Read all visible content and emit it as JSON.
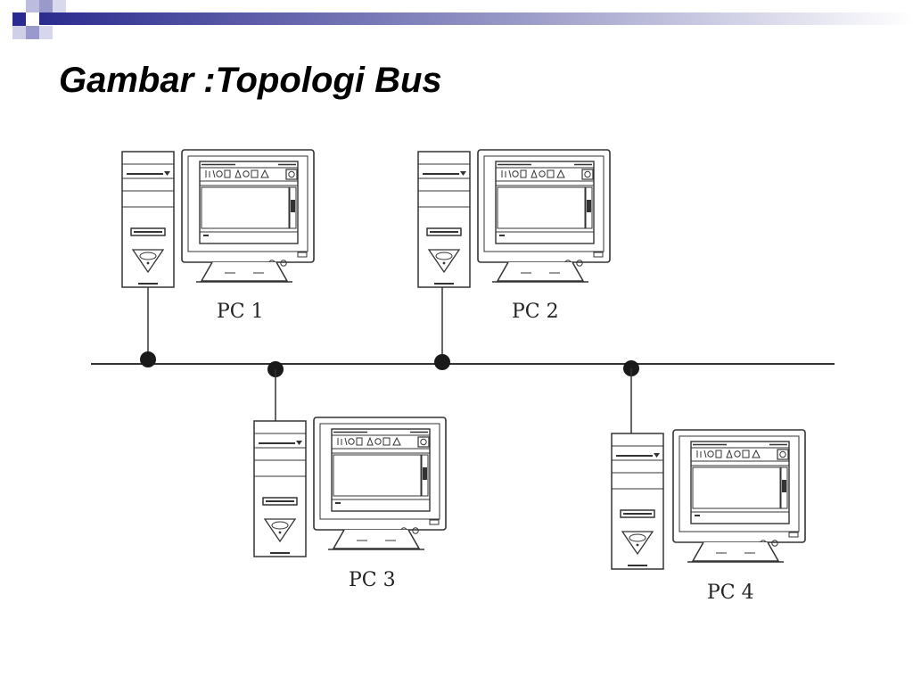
{
  "slide": {
    "title": "Gambar :Topologi Bus"
  },
  "colors": {
    "accent": "#2b2b8f",
    "accent_light": "#9999cc",
    "line": "#333333"
  },
  "diagram": {
    "topology": "bus",
    "nodes": [
      {
        "id": "pc1",
        "label": "PC 1",
        "side": "above"
      },
      {
        "id": "pc2",
        "label": "PC 2",
        "side": "above"
      },
      {
        "id": "pc3",
        "label": "PC 3",
        "side": "below"
      },
      {
        "id": "pc4",
        "label": "PC 4",
        "side": "below"
      }
    ],
    "icons": [
      "tower-case-icon",
      "crt-monitor-icon",
      "connector-dot-icon"
    ]
  }
}
